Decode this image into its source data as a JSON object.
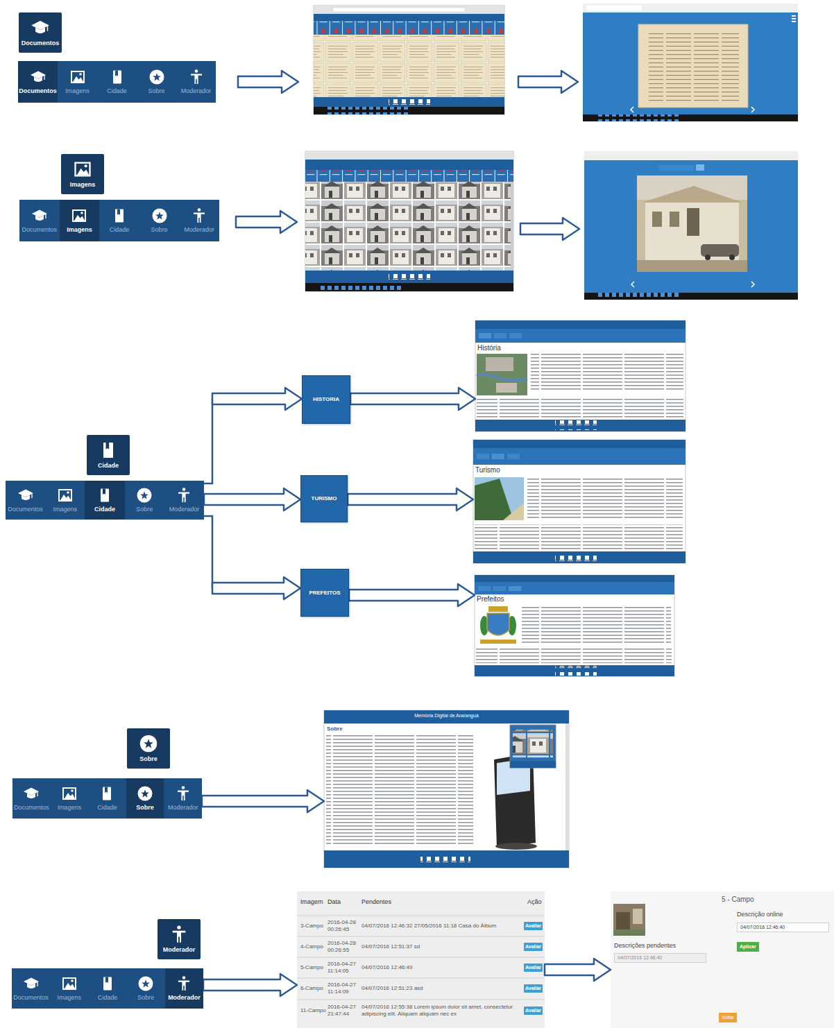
{
  "diagram": {
    "nodes": [
      {
        "text": [
          "Documentos"
        ]
      },
      {
        "text": []
      },
      {
        "text": [
          "Documentos"
        ],
        "in": 1
      },
      {
        "text": [
          "Imagens"
        ],
        "in": 1
      },
      {
        "text": [
          "Cidade"
        ],
        "in": 1
      },
      {
        "text": [
          "Sobre"
        ],
        "in": 1
      },
      {
        "text": [
          "Moderador"
        ],
        "in": 1
      },
      {
        "text": [
          "Imagens"
        ]
      },
      {
        "text": []
      },
      {
        "text": [
          "Documentos"
        ],
        "in": 8
      },
      {
        "text": [
          "Imagens"
        ],
        "in": 8
      },
      {
        "text": [
          "Cidade"
        ],
        "in": 8
      },
      {
        "text": [
          "Sobre"
        ],
        "in": 8
      },
      {
        "text": [
          "Moderador"
        ],
        "in": 8
      },
      {
        "text": [
          "Cidade"
        ]
      },
      {
        "text": []
      },
      {
        "text": [
          "Documentos"
        ],
        "in": 15
      },
      {
        "text": [
          "Imagens"
        ],
        "in": 15
      },
      {
        "text": [
          "Cidade"
        ],
        "in": 15
      },
      {
        "text": [
          "Sobre"
        ],
        "in": 15
      },
      {
        "text": [
          "Moderador"
        ],
        "in": 15
      },
      {
        "text": [
          "HISTORIA"
        ]
      },
      {
        "text": [
          "História"
        ]
      },
      {
        "text": [
          "TURISMO"
        ]
      },
      {
        "text": [
          "Turismo"
        ]
      },
      {
        "text": [
          "PREFEITOS"
        ]
      },
      {
        "text": [
          "Prefeitos"
        ]
      },
      {
        "text": [
          "Sobre"
        ]
      },
      {
        "text": []
      },
      {
        "text": [
          "Documentos"
        ],
        "in": 28
      },
      {
        "text": [
          "Imagens"
        ],
        "in": 28
      },
      {
        "text": [
          "Cidade"
        ],
        "in": 28
      },
      {
        "text": [
          "Sobre"
        ],
        "in": 28
      },
      {
        "text": [
          "Moderador"
        ],
        "in": 28
      },
      {
        "text": [
          "Memória Digital de Araranguá",
          "Sobre"
        ]
      },
      {
        "text": [
          "Moderador"
        ]
      },
      {
        "text": []
      },
      {
        "text": [
          "Documentos"
        ],
        "in": 36
      },
      {
        "text": [
          "Imagens"
        ],
        "in": 36
      },
      {
        "text": [
          "Cidade"
        ],
        "in": 36
      },
      {
        "text": [
          "Sobre"
        ],
        "in": 36
      },
      {
        "text": [
          "Moderador"
        ],
        "in": 36
      },
      {
        "text": [
          "Imagem",
          "Data",
          "Pendentes",
          "Ação",
          "3-Campo",
          "2016-04-28 00:26:45",
          "04/07/2016 12:46:32 27/05/2016 11:18 Casa do Álbum",
          "4-Campo",
          "2016-04-28 00:26:55",
          "04/07/2016 12:51:37 sd",
          "5-Campo",
          "2016-04-27 11:14:05",
          "04/07/2016 12:46:49",
          "6-Campo",
          "2016-04-27 11:14:09",
          "04/07/2016 12:51:23 asd",
          "11-Campo",
          "2016-04-27 21:47:44",
          "04/07/2016 12:55:38 Lorem ipsum dolor sit amet, consectetur adipiscing elit. Aliquam aliquam nec ex"
        ]
      },
      {
        "text": [
          "Avaliar"
        ],
        "in": 42
      },
      {
        "text": [
          "Avaliar"
        ],
        "in": 42
      },
      {
        "text": [
          "Avaliar"
        ],
        "in": 42
      },
      {
        "text": [
          "Avaliar"
        ],
        "in": 42
      },
      {
        "text": [
          "Avaliar"
        ],
        "in": 42
      },
      {
        "text": [
          "5 - Campo",
          "Descrição online",
          "Descrições pendentes"
        ]
      },
      {
        "text": [
          "04/07/2016 12:46:40"
        ],
        "in": 48
      },
      {
        "text": [
          "Aplicar"
        ],
        "in": 48
      },
      {
        "text": [
          "04/07/2016 12:46:40"
        ],
        "in": 48
      },
      {
        "text": [
          "Voltar"
        ],
        "in": 48
      }
    ],
    "edges": [
      {
        "from": 15,
        "to": 21,
        "arrow": "to"
      },
      {
        "from": 15,
        "to": 23,
        "arrow": "to"
      },
      {
        "from": 15,
        "to": 25,
        "arrow": "to"
      },
      {
        "from": 21,
        "to": 22,
        "arrow": "to"
      },
      {
        "from": 23,
        "to": 24,
        "arrow": "to"
      },
      {
        "from": 25,
        "to": 26,
        "arrow": "to"
      },
      {
        "from": 28,
        "to": 34,
        "arrow": "to"
      },
      {
        "from": 36,
        "to": 42,
        "arrow": "to"
      },
      {
        "from": 42,
        "to": 48,
        "arrow": "to"
      }
    ]
  }
}
